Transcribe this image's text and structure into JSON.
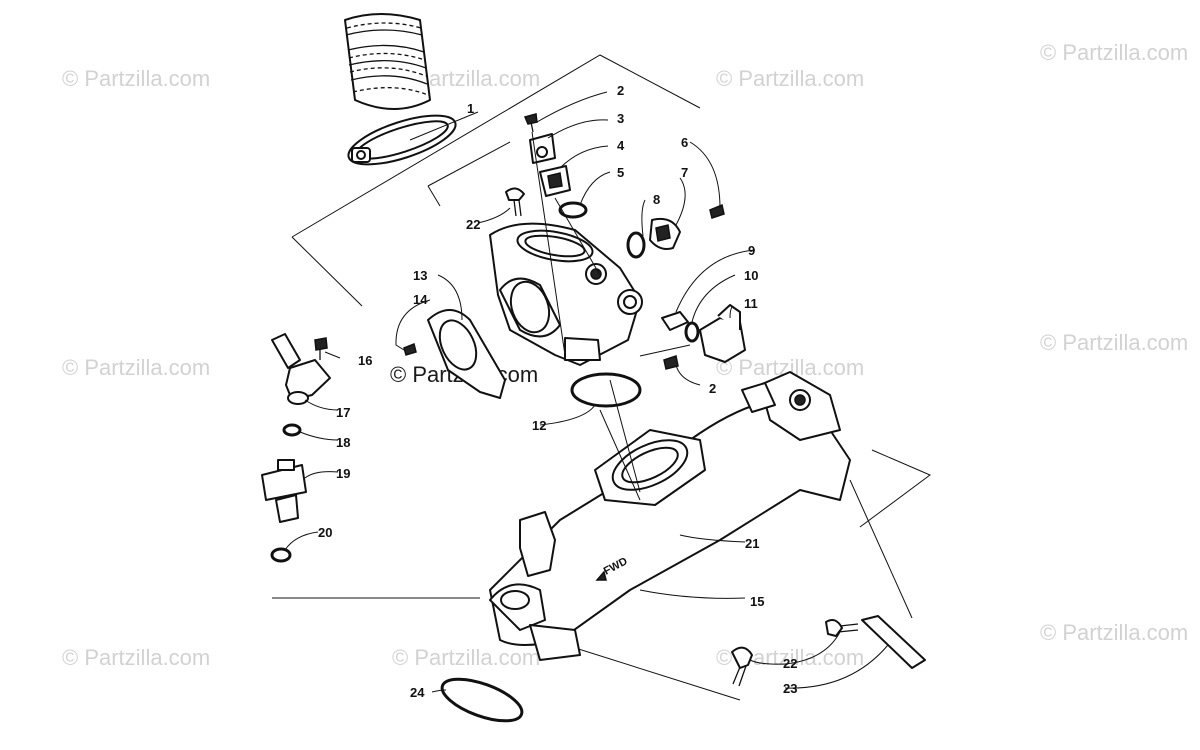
{
  "watermark": {
    "text": "© Partzilla.com",
    "prefix": "©",
    "brand": "Partzilla.com"
  },
  "callouts": [
    {
      "id": "c1",
      "label": "1"
    },
    {
      "id": "c2a",
      "label": "2"
    },
    {
      "id": "c3",
      "label": "3"
    },
    {
      "id": "c4",
      "label": "4"
    },
    {
      "id": "c5",
      "label": "5"
    },
    {
      "id": "c6",
      "label": "6"
    },
    {
      "id": "c7",
      "label": "7"
    },
    {
      "id": "c8",
      "label": "8"
    },
    {
      "id": "c9",
      "label": "9"
    },
    {
      "id": "c10",
      "label": "10"
    },
    {
      "id": "c11",
      "label": "11"
    },
    {
      "id": "c2b",
      "label": "2"
    },
    {
      "id": "c12",
      "label": "12"
    },
    {
      "id": "c13",
      "label": "13"
    },
    {
      "id": "c14",
      "label": "14"
    },
    {
      "id": "c16",
      "label": "16"
    },
    {
      "id": "c17",
      "label": "17"
    },
    {
      "id": "c18",
      "label": "18"
    },
    {
      "id": "c19",
      "label": "19"
    },
    {
      "id": "c20",
      "label": "20"
    },
    {
      "id": "c21",
      "label": "21"
    },
    {
      "id": "c15",
      "label": "15"
    },
    {
      "id": "c22a",
      "label": "22"
    },
    {
      "id": "c22b",
      "label": "22"
    },
    {
      "id": "c23",
      "label": "23"
    },
    {
      "id": "c24",
      "label": "24"
    }
  ],
  "manifold_marking": "FWD",
  "colors": {
    "line": "#111111",
    "watermark": "#d2d2d2",
    "background": "#ffffff"
  }
}
